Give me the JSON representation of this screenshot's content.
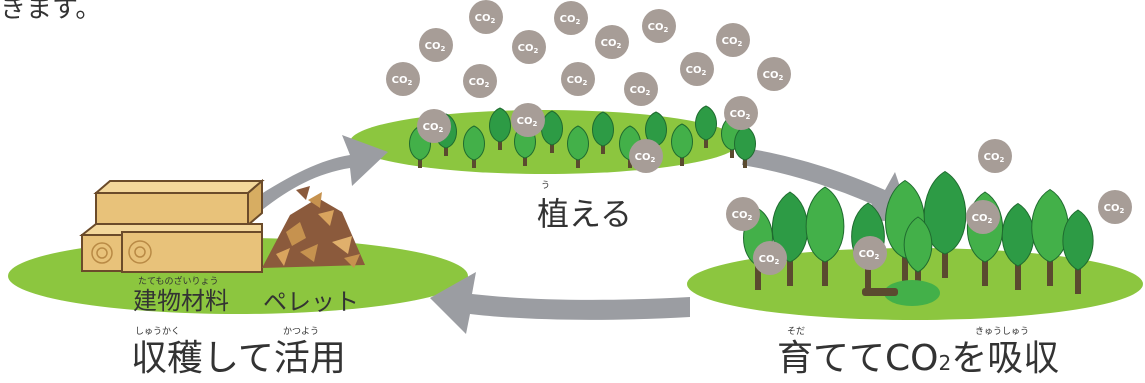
{
  "intro_text_fragment": "きます。",
  "stages": {
    "plant": {
      "label": "植える",
      "ruby": "う"
    },
    "grow": {
      "label_before": "育てて",
      "co2_label": "CO",
      "co2_sub": "2",
      "label_after": "を吸収",
      "ruby_sodate": "そだ",
      "ruby_kyushu": "きゅうしゅう"
    },
    "harvest": {
      "label": "収穫して活用",
      "ruby_shukaku": "しゅうかく",
      "ruby_katsuyou": "かつよう"
    }
  },
  "products": {
    "building_material": {
      "label": "建物材料",
      "ruby": "たてものざいりょう"
    },
    "pellet": {
      "label": "ペレット"
    }
  },
  "co2_bubble": {
    "text": "CO",
    "sub": "2"
  },
  "colors": {
    "ground": "#8cc63f",
    "tree_light": "#43b049",
    "tree_dark": "#2d9b45",
    "trunk": "#5a4a2f",
    "co2_bubble": "#a79d97",
    "arrow": "#9b9da2",
    "wood": "#e8c27a",
    "pellet": "#8b5a3c"
  }
}
